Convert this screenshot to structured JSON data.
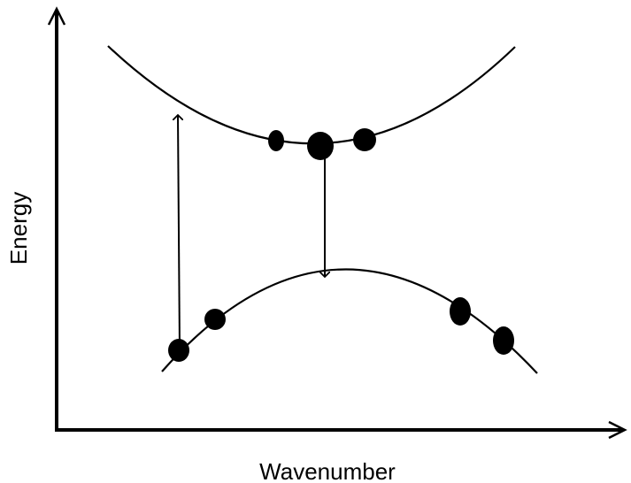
{
  "diagram": {
    "x_axis_label": "Wavenumber",
    "y_axis_label": "Energy",
    "line_color": "#000000",
    "background_color": "#ffffff",
    "electrons_upper_band": 3,
    "electrons_lower_band": 4,
    "transitions": [
      {
        "name": "excitation-arrow",
        "direction": "up"
      },
      {
        "name": "emission-arrow",
        "direction": "down"
      }
    ]
  }
}
